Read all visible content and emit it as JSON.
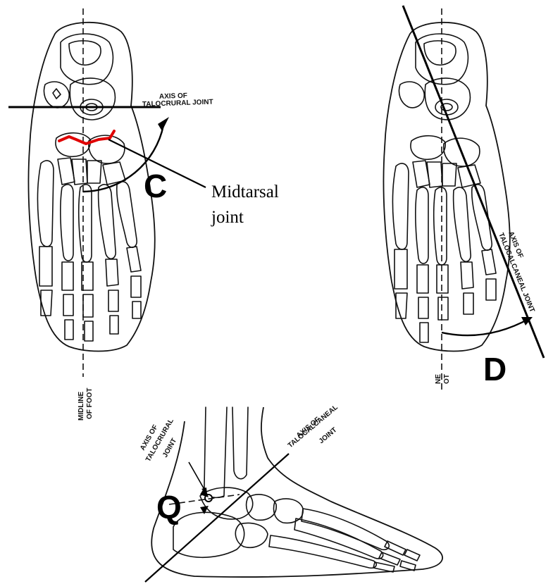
{
  "panels": {
    "c": {
      "letter": "C",
      "axis_label_line1": "AXIS OF",
      "axis_label_line2": "TALOCRURAL JOINT",
      "midline_label_line1": "MIDLINE",
      "midline_label_line2": "OF FOOT",
      "callout_line1": "Midtarsal",
      "callout_line2": "joint",
      "highlight_color": "#e00000"
    },
    "d": {
      "letter": "D",
      "axis_label_line1": "AXIS OF",
      "axis_label_line2": "TALOCALCANEAL JOINT",
      "midline_label_line1": "NE",
      "midline_label_line2": "OT"
    },
    "q": {
      "letter": "Q",
      "crural_label_line1": "AXIS OF",
      "crural_label_line2": "TALOCRURAL",
      "crural_label_line3": "JOINT",
      "calc_label_line1": "AXIS OF",
      "calc_label_line2": "TALOCALCANEAL",
      "calc_label_line3": "JOINT"
    }
  }
}
